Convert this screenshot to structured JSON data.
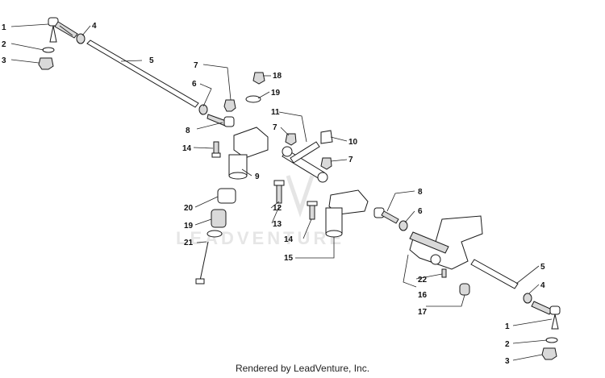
{
  "watermark": "LEADVENTURE",
  "credit": "Rendered by LeadVenture, Inc.",
  "callouts": [
    "1",
    "2",
    "3",
    "4",
    "5",
    "7",
    "6",
    "8",
    "14",
    "18",
    "19",
    "11",
    "7",
    "10",
    "7",
    "9",
    "20",
    "12",
    "8",
    "6",
    "19",
    "13",
    "21",
    "14",
    "5",
    "15",
    "4",
    "22",
    "16",
    "17",
    "1",
    "2",
    "3"
  ]
}
